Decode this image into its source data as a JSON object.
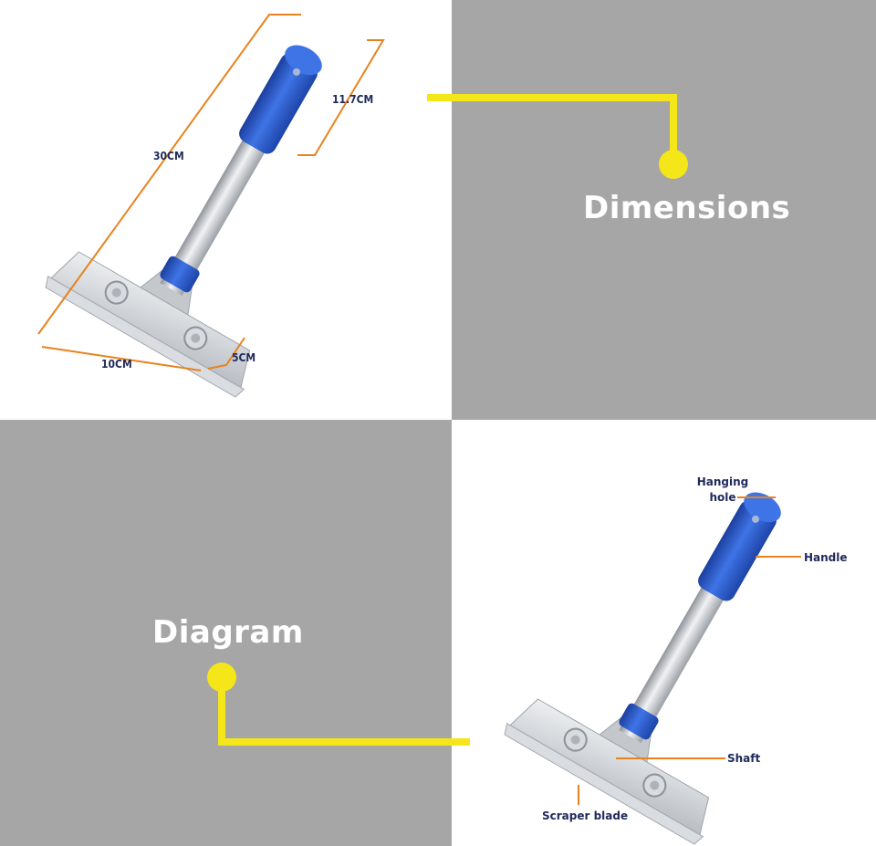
{
  "panels": {
    "dimensions": {
      "title": "Dimensions"
    },
    "diagram": {
      "title": "Diagram"
    }
  },
  "measurements": {
    "overall_length": "30CM",
    "handle_length": "11.7CM",
    "blade_width": "10CM",
    "blade_depth": "5CM"
  },
  "callouts": {
    "hanging_hole_line1": "Hanging",
    "hanging_hole_line2": "hole",
    "handle": "Handle",
    "shaft": "Shaft",
    "scraper_blade": "Scraper blade"
  },
  "colors": {
    "connector": "#f5e61a",
    "dimension_line": "#e8821e",
    "handle_blue": "#2d5fd1",
    "label_text": "#1f2a5a",
    "panel_gray": "#a6a6a6"
  }
}
